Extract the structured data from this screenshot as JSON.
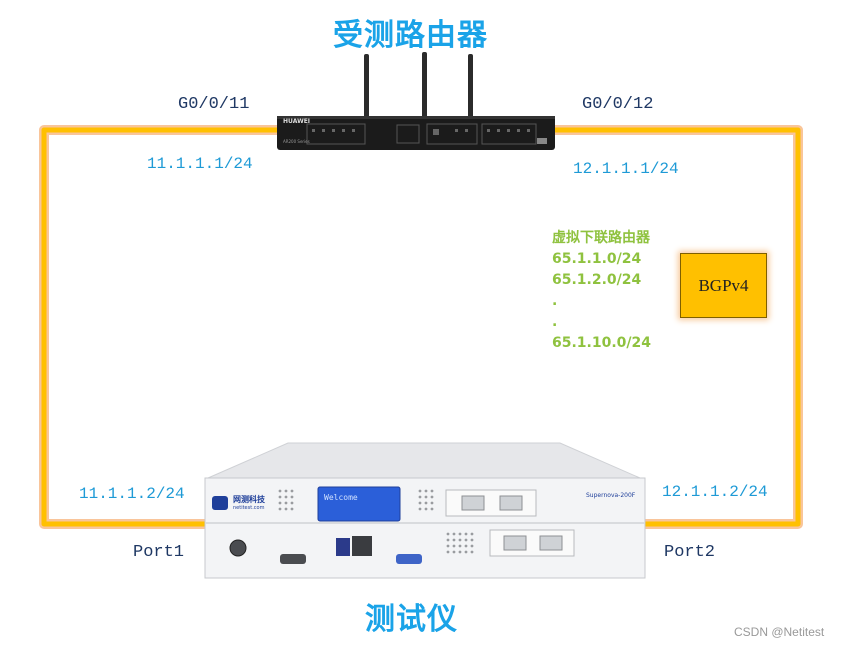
{
  "router": {
    "title": "受测路由器",
    "brand": "HUAWEI",
    "model": "AR200 Series",
    "left_port": "G0/0/11",
    "right_port": "G0/0/12",
    "left_ip": "11.1.1.1/24",
    "right_ip": "12.1.1.1/24"
  },
  "routes": {
    "heading": "虚拟下联路由器",
    "items": [
      "65.1.1.0/24",
      "65.1.2.0/24",
      ".",
      ".",
      "65.1.10.0/24"
    ]
  },
  "bgp_label": "BGPv4",
  "tester": {
    "title": "测试仪",
    "brand": "网测科技",
    "brand_url": "netitest.com",
    "screen_text": "Welcome",
    "model": "Supernova-200F",
    "left_port": "Port1",
    "right_port": "Port2",
    "left_ip": "11.1.1.2/24",
    "right_ip": "12.1.1.2/24"
  },
  "watermark": "CSDN @Netitest",
  "colors": {
    "link": "#ffc000",
    "link_glow": "#f9c59a",
    "title": "#1aa3e8",
    "ip": "#1e9ad6",
    "route": "#8fc23f"
  }
}
